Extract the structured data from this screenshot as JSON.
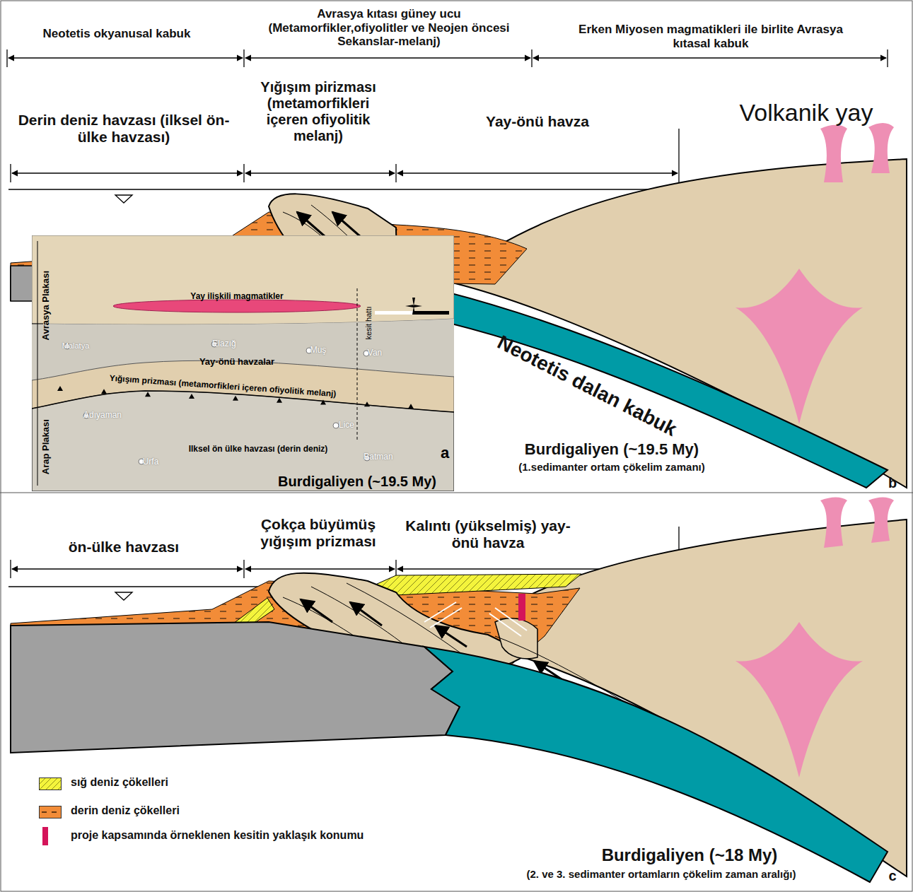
{
  "diagram": {
    "nodes": [
      {
        "text": [
          "Avrasya Plakası",
          "Arap Plakası",
          "Yay ilişkili magmatikler",
          "Malatya",
          "Elazığ",
          "Muş",
          "Van",
          "kesit hattı",
          "Yay-önü havzalar",
          "Yığışım prizması (metamorfikleri içeren ofiyolitik melanj)",
          "Adıyaman",
          "Lice",
          "Ilksel ön ülke havzası (derin deniz)",
          "Urfa",
          "Batman",
          "a",
          "Burdigaliyen (~19.5 My)"
        ]
      }
    ],
    "labels": [
      "Neotetis okyanusal kabuk",
      "Avrasya kıtası güney ucu (Metamorfikler,ofiyolitler ve Neojen öncesi Sekanslar-melanj)",
      "Erken Miyosen magmatikleri ile birlite Avrasya kıtasal kabuk",
      "Derin deniz havzası (ilksel ön-ülke havzası)",
      "Yığışım pirizması (metamorfikleri içeren ofiyolitik melanj)",
      "Yay-önü havza",
      "Volkanik yay",
      "Neotetis dalan kabuk",
      "Burdigaliyen (~19.5 My)",
      "(1.sedimanter ortam çökelim zamanı)",
      "b",
      "ön-ülke havzası",
      "Çokça büyümüş yığışım prizması",
      "Kalıntı (yükselmiş) yay-önü havza",
      "Burdigaliyen (~18 My)",
      "(2. ve 3. sedimanter ortamların çökelim zaman aralığı)",
      "c"
    ],
    "legend": [
      {
        "text": "sığ deniz çökelleri",
        "color": "#f4f43c"
      },
      {
        "text": "derin deniz çökelleri",
        "color": "#f28c38"
      },
      {
        "text": "proje kapsamında örneklenen kesitin yaklaşık konumu",
        "color": "#d4145a"
      }
    ]
  }
}
